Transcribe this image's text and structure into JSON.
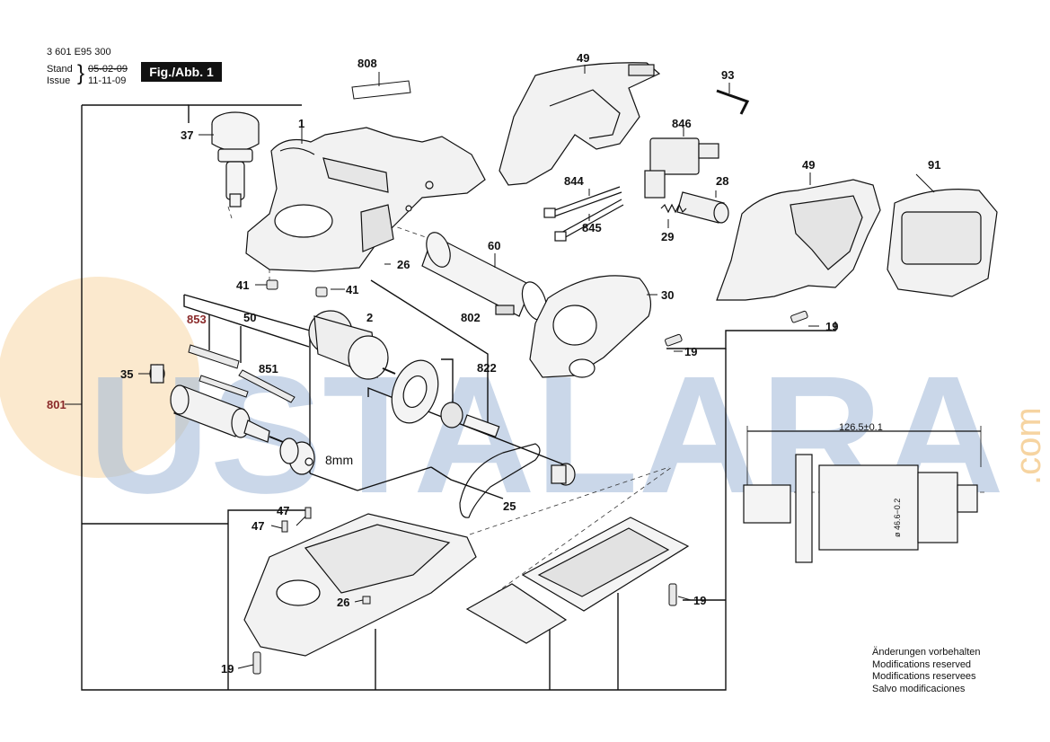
{
  "header": {
    "part_number": "3 601 E95 300",
    "stand_label": "Stand",
    "issue_label": "Issue",
    "brace": "}",
    "date_old": "05-02-09",
    "date_new": "11-11-09",
    "figure_label": "Fig./Abb. 1"
  },
  "watermark": {
    "text": "USTALARA",
    "suffix": ".com",
    "color_orange": "#f3c27a",
    "color_blue": "#9fb8d8"
  },
  "dimension": {
    "length": "126.5±0.1",
    "diameter": "ø 46.6−0.2"
  },
  "callouts": {
    "c808": "808",
    "c49a": "49",
    "c93": "93",
    "c37": "37",
    "c1": "1",
    "c846": "846",
    "c49b": "49",
    "c91": "91",
    "c844": "844",
    "c28": "28",
    "c845": "845",
    "c29": "29",
    "c60": "60",
    "c26a": "26",
    "c41a": "41",
    "c41b": "41",
    "c30": "30",
    "c19a": "19",
    "c853": "853",
    "c50": "50",
    "c2": "2",
    "c802": "802",
    "c19b": "19",
    "c822": "822",
    "c851": "851",
    "c35": "35",
    "c801": "801",
    "c8mm": "8mm",
    "c25": "25",
    "c47a": "47",
    "c47b": "47",
    "c26b": "26",
    "c19c": "19",
    "c19d": "19"
  },
  "highlight_color": "#8a2a2a",
  "notes": [
    "Änderungen vorbehalten",
    "Modifications reserved",
    "Modifications reservees",
    "Salvo modificaciones"
  ]
}
